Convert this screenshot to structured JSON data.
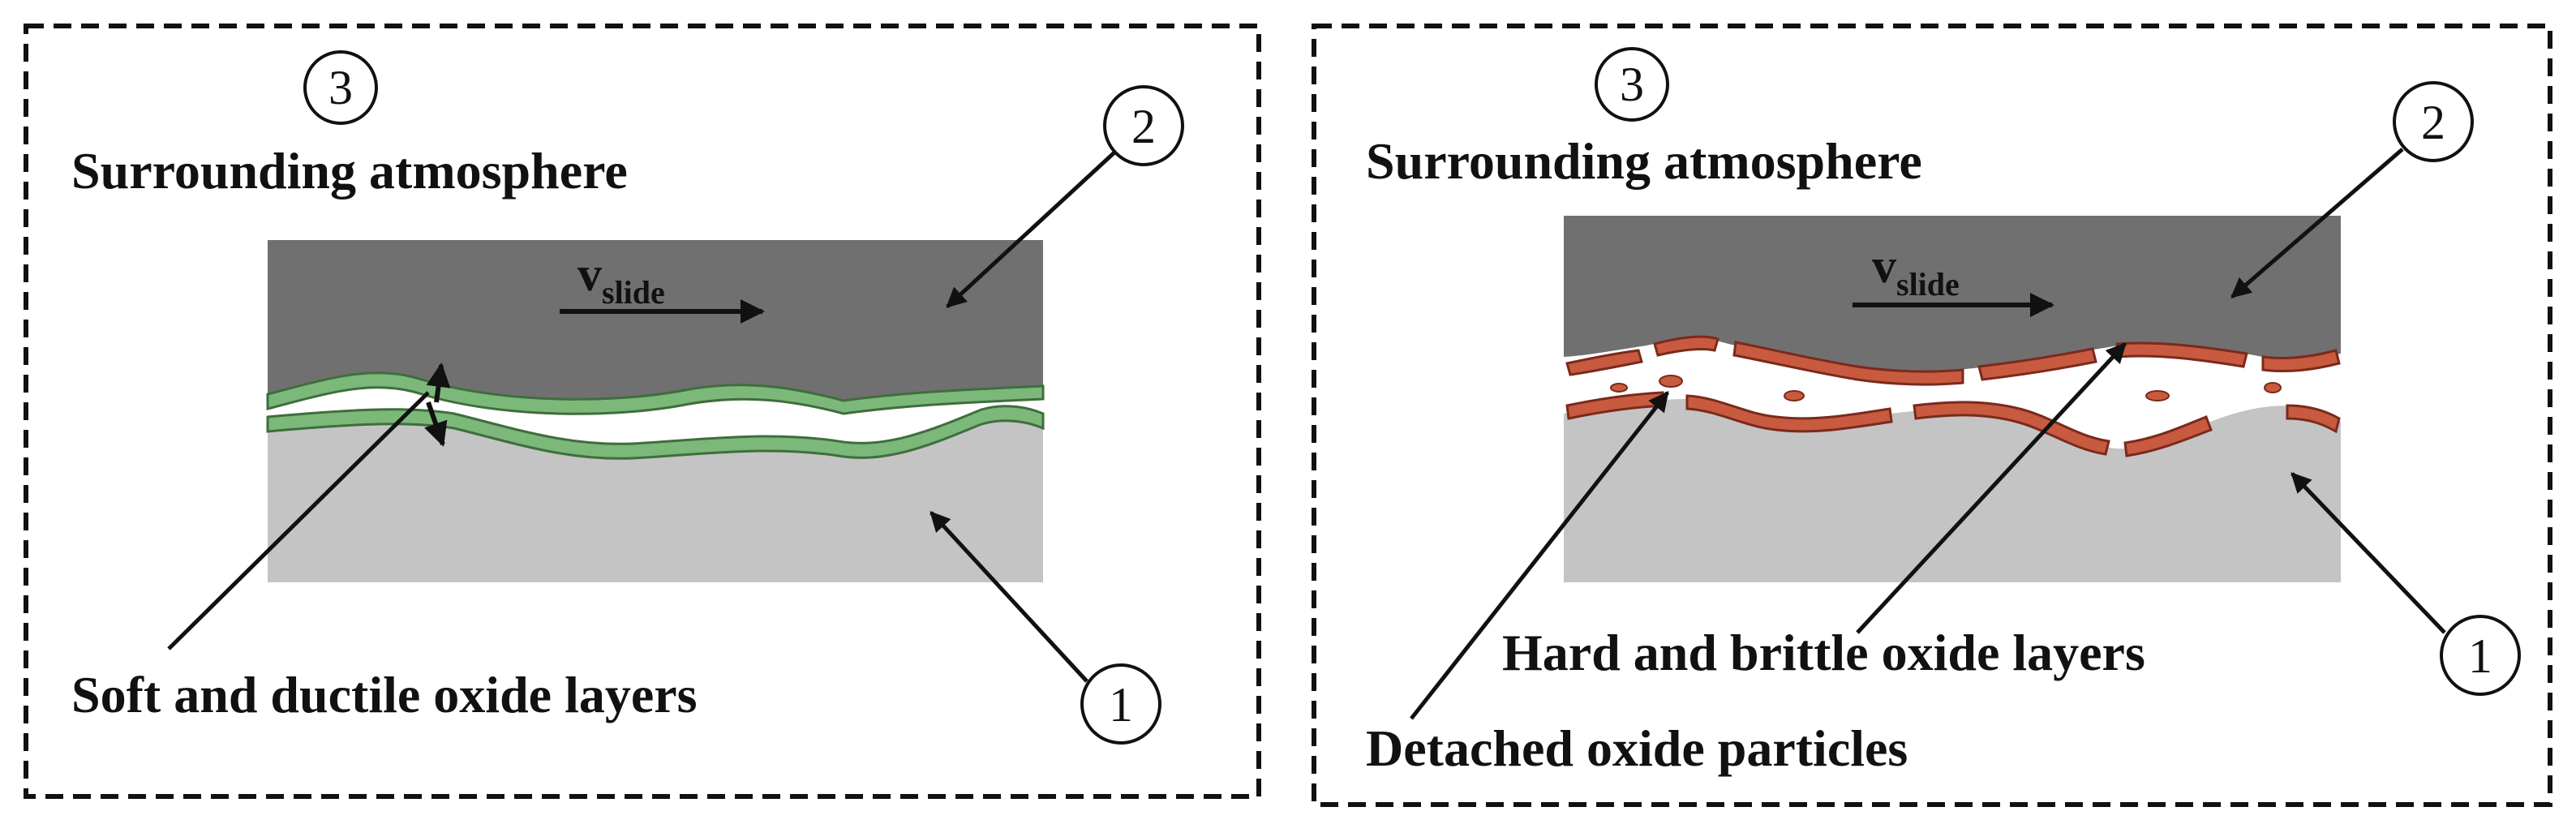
{
  "panels": [
    {
      "id": "left",
      "atmosphere_label": "Surrounding atmosphere",
      "velocity_label": "v",
      "velocity_subscript": "slide",
      "layer_label": "Soft and ductile oxide layers",
      "layer_color": "#7cb87a",
      "layer_stroke": "#3f6e3c",
      "markers": [
        "3",
        "2",
        "1"
      ]
    },
    {
      "id": "right",
      "atmosphere_label": "Surrounding atmosphere",
      "velocity_label": "v",
      "velocity_subscript": "slide",
      "layer_label": "Hard and brittle oxide layers",
      "particles_label": "Detached oxide particles",
      "layer_color": "#c85a40",
      "layer_stroke": "#7a2a1c",
      "markers": [
        "3",
        "2",
        "1"
      ]
    }
  ],
  "colors": {
    "upper_body": "#707070",
    "lower_body": "#c4c4c4",
    "frame": "#111111"
  }
}
